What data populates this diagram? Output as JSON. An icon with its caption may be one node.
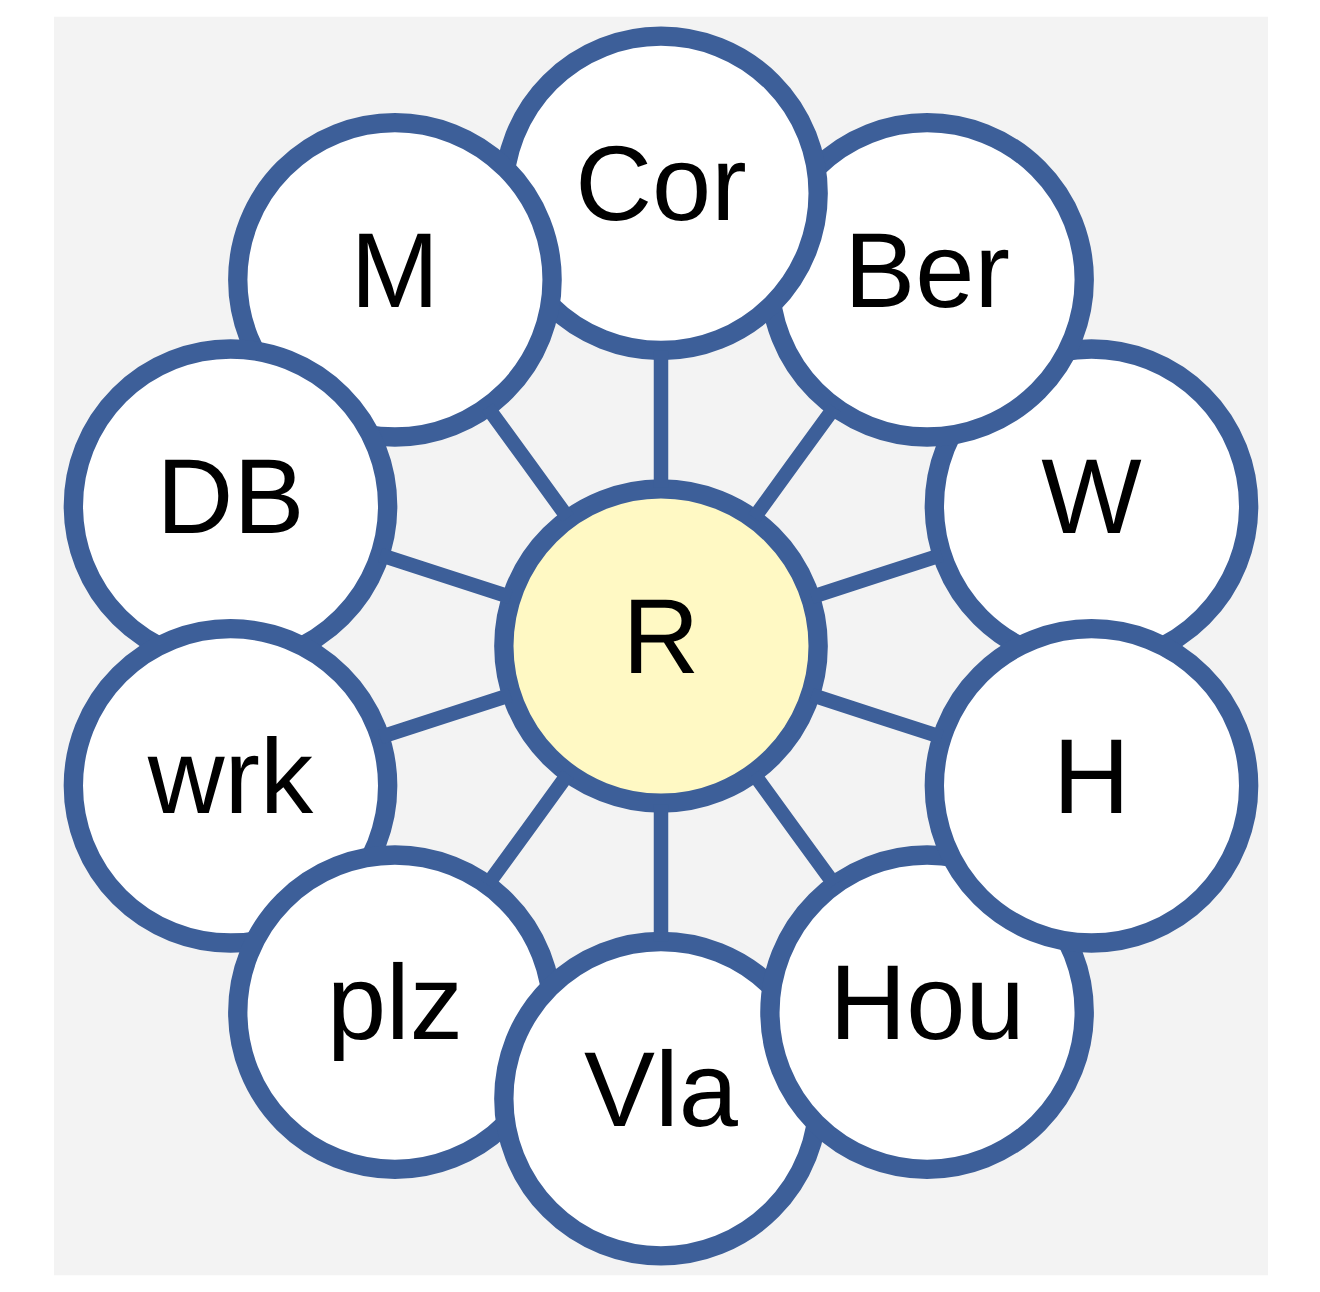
{
  "diagram": {
    "nodes": [
      {
        "text": [
          "W"
        ]
      },
      {
        "text": [
          "Ber"
        ]
      },
      {
        "text": [
          "Cor"
        ]
      },
      {
        "text": [
          "M"
        ]
      },
      {
        "text": [
          "R"
        ]
      },
      {
        "text": [
          "DB"
        ]
      },
      {
        "text": [
          "wrk"
        ]
      },
      {
        "text": [
          "plz"
        ]
      },
      {
        "text": [
          "Vla"
        ]
      },
      {
        "text": [
          "Hou"
        ]
      },
      {
        "text": [
          "H"
        ]
      }
    ],
    "edges": [
      {
        "from": 4,
        "to": 0,
        "arrow": "none"
      },
      {
        "from": 4,
        "to": 2,
        "arrow": "none"
      },
      {
        "from": 4,
        "to": 5,
        "arrow": "none"
      },
      {
        "from": 4,
        "to": 7,
        "arrow": "none"
      },
      {
        "from": 4,
        "to": 9,
        "arrow": "none"
      },
      {
        "from": 4,
        "to": 10,
        "arrow": "none"
      },
      {
        "from": 4,
        "to": 8,
        "arrow": "none"
      },
      {
        "from": 4,
        "to": 6,
        "arrow": "none"
      },
      {
        "from": 4,
        "to": 3,
        "arrow": "none"
      },
      {
        "from": 4,
        "to": 1,
        "arrow": "none"
      }
    ]
  }
}
